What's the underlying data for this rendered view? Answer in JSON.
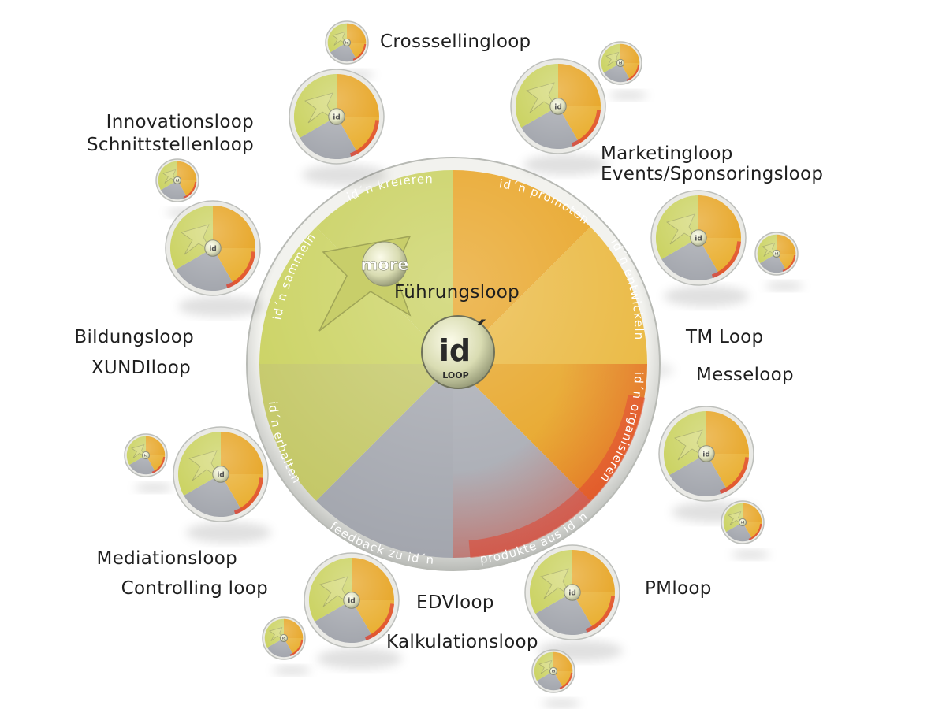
{
  "center": {
    "logo_text": "id",
    "logo_mark": "´",
    "logo_sub": "LOOP",
    "more_logo": "more",
    "core_label": "Führungsloop"
  },
  "segments": [
    {
      "label": "id´n promoten",
      "color": "#e7a11e"
    },
    {
      "label": "id´n entwickeln",
      "color": "#e8b52c"
    },
    {
      "label": "id´n organisieren",
      "color": "#e5a21f"
    },
    {
      "label": "produkte aus id´n",
      "color": "#e6a93a"
    },
    {
      "label": "feedback zu id´n",
      "color": "#a3a7b0"
    },
    {
      "label": "id´n erhalten",
      "color": "#a7a9ad"
    },
    {
      "label": "id´n sammeln",
      "color": "#c8d05c"
    },
    {
      "label": "id´n kreieren",
      "color": "#c7cf5b"
    }
  ],
  "loops": {
    "crossselling": "Crosssellingloop",
    "innovation": "Innovationsloop",
    "schnittstellen": "Schnittstellenloop",
    "marketing": "Marketingloop",
    "events": "Events/Sponsoringsloop",
    "bildung": "Bildungsloop",
    "xundi": "XUNDIloop",
    "tm": "TM Loop",
    "messe": "Messeloop",
    "mediation": "Mediationsloop",
    "controlling": "Controlling loop",
    "edv": "EDVloop",
    "kalkulation": "Kalkulationsloop",
    "pm": "PMloop"
  },
  "colors": {
    "yellow_green": "#c9d15d",
    "orange": "#e6a21e",
    "gray": "#a4a7ae",
    "red": "#e0402a",
    "rim": "#d8d9d6"
  }
}
